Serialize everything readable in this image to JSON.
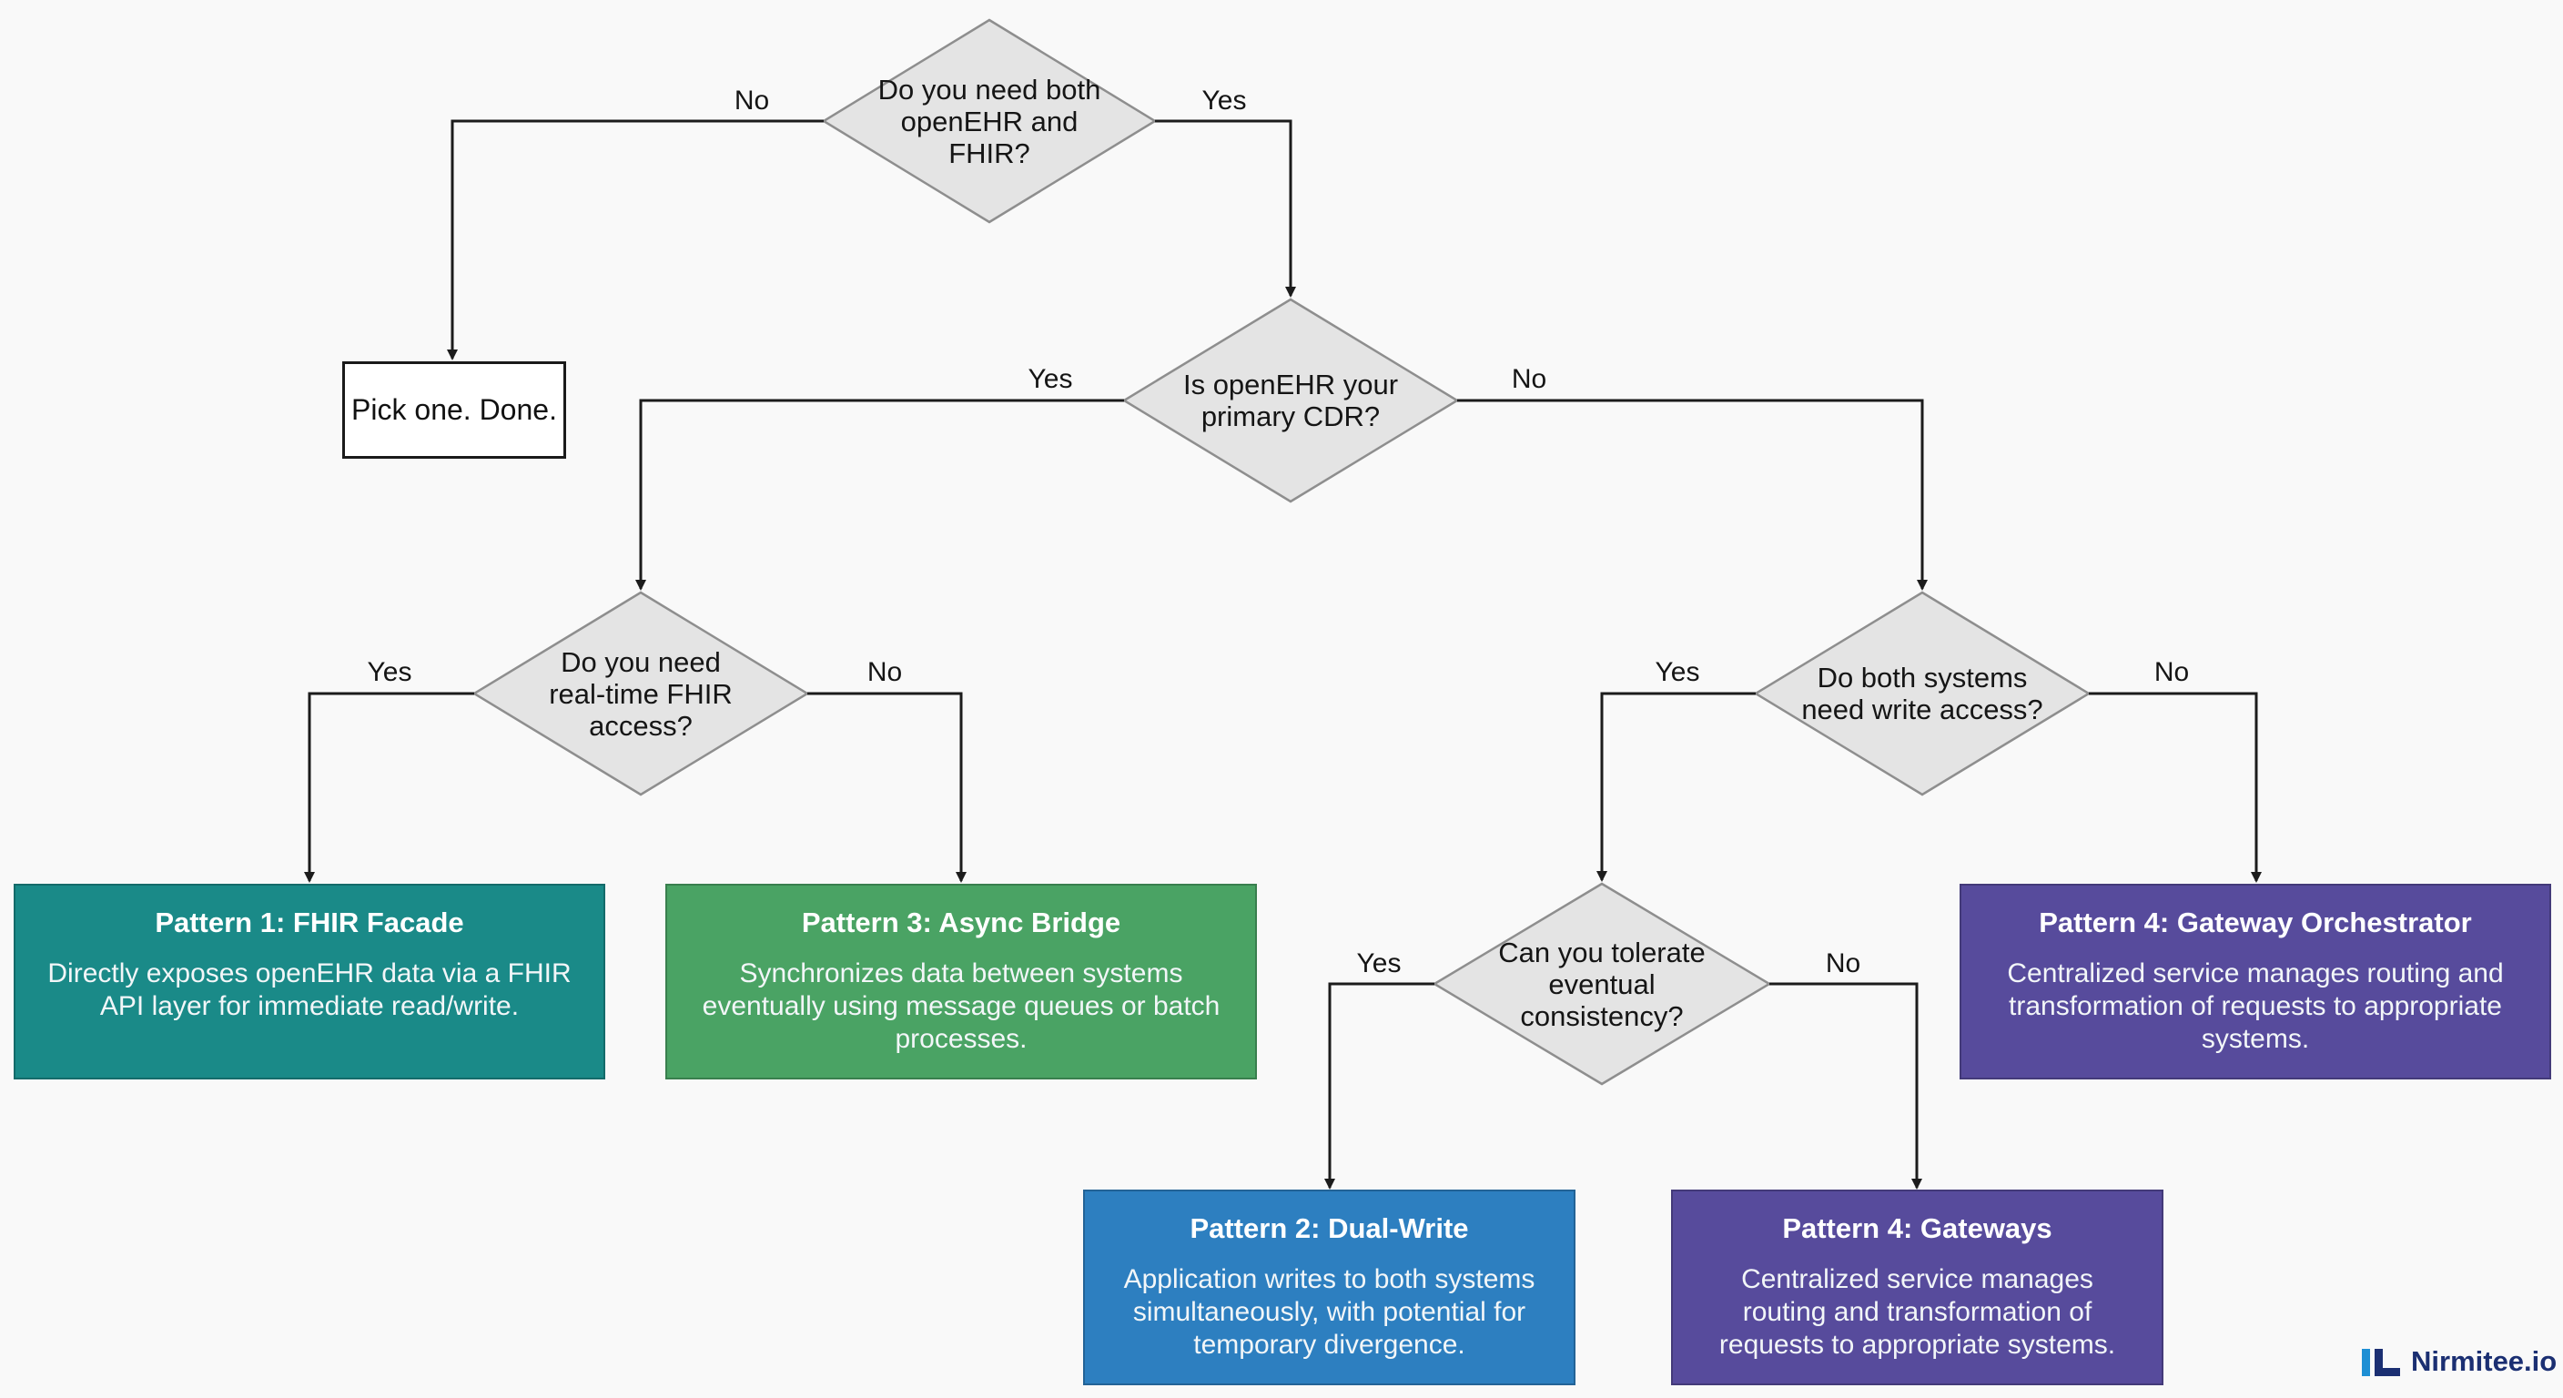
{
  "colors": {
    "canvas": "#f9f9f9",
    "decision_fill": "#e4e4e4",
    "decision_stroke": "#8e8e8e",
    "connector": "#1c1c1c",
    "pattern1": "#1a8a88",
    "pattern2": "#2d7fc0",
    "pattern3": "#4aa364",
    "pattern4": "#574b9c",
    "brand": "#1b2f72"
  },
  "decisions": {
    "need_both": [
      "Do you need both",
      "openEHR and",
      "FHIR?"
    ],
    "primary_cdr": [
      "Is openEHR your",
      "primary CDR?"
    ],
    "realtime": [
      "Do you need",
      "real-time FHIR",
      "access?"
    ],
    "write_access": [
      "Do both systems",
      "need write access?"
    ],
    "consistency": [
      "Can you tolerate",
      "eventual",
      "consistency?"
    ]
  },
  "terminal": {
    "label": "Pick one. Done."
  },
  "patterns": {
    "p1": {
      "title": "Pattern 1: FHIR Facade",
      "description": "Directly exposes openEHR data via a FHIR API layer for immediate read/write."
    },
    "p3": {
      "title": "Pattern 3: Async Bridge",
      "description": "Synchronizes data between systems eventually using message queues or batch processes."
    },
    "p4_orchestrator": {
      "title": "Pattern 4: Gateway Orchestrator",
      "description": "Centralized service manages routing and transformation of requests to appropriate systems."
    },
    "p2": {
      "title": "Pattern 2: Dual-Write",
      "description": "Application writes to both systems simultaneously, with potential for temporary divergence."
    },
    "p4_gateways": {
      "title": "Pattern 4: Gateways",
      "description": "Centralized service manages routing and transformation of requests to appropriate systems."
    }
  },
  "edge_labels": {
    "need_both_no": "No",
    "need_both_yes": "Yes",
    "primary_cdr_yes": "Yes",
    "primary_cdr_no": "No",
    "realtime_yes": "Yes",
    "realtime_no": "No",
    "write_access_yes": "Yes",
    "write_access_no": "No",
    "consistency_yes": "Yes",
    "consistency_no": "No"
  },
  "brand": {
    "name": "Nirmitee.io",
    "icon": "nirmitee-logo-icon"
  }
}
